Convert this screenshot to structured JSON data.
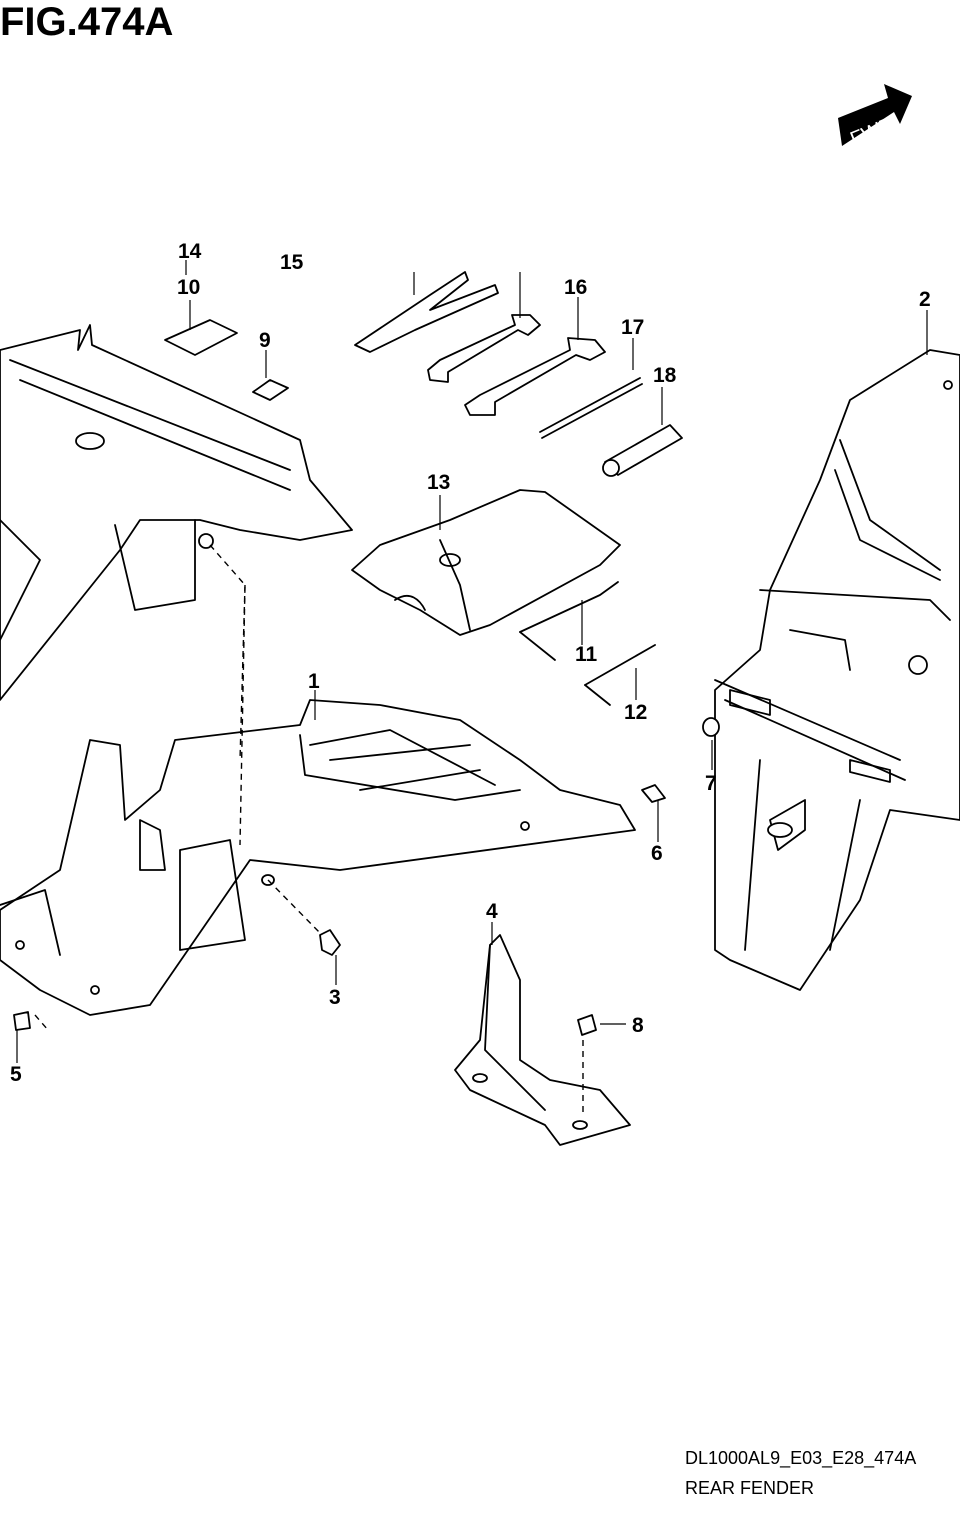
{
  "figure": {
    "title": "FIG.474A",
    "fwd_label": "FWD"
  },
  "callouts": [
    "1",
    "2",
    "3",
    "4",
    "5",
    "6",
    "7",
    "8",
    "9",
    "10",
    "11",
    "12",
    "13",
    "14",
    "15",
    "16",
    "17",
    "18"
  ],
  "footer": {
    "code": "DL1000AL9_E03_E28_474A",
    "name": "REAR FENDER"
  }
}
